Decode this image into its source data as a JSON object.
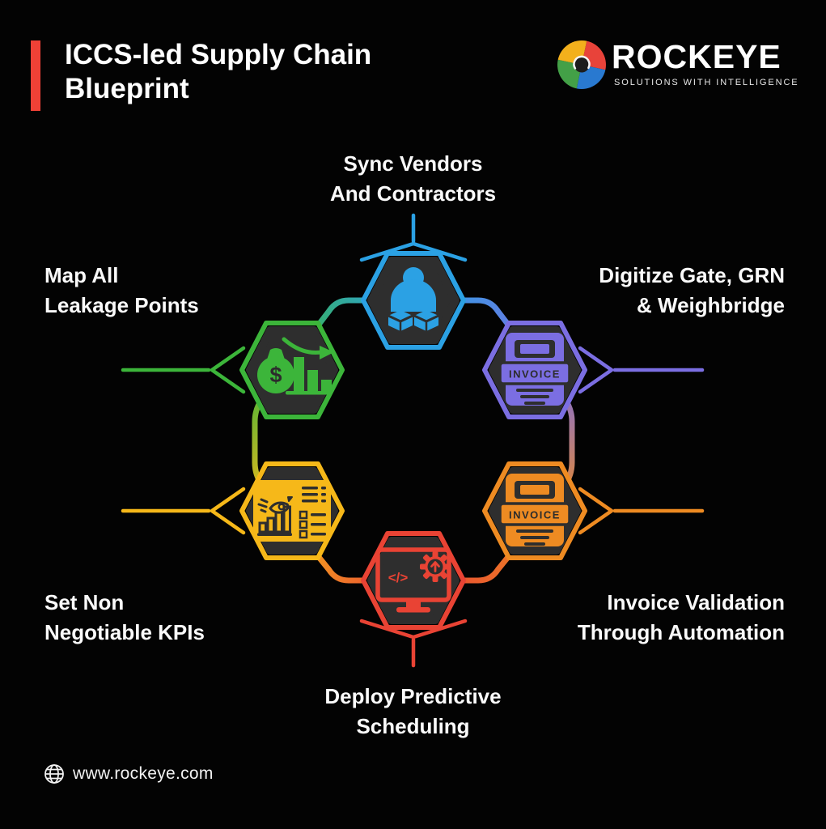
{
  "header": {
    "title": "ICCS-led Supply Chain\nBlueprint"
  },
  "logo": {
    "wordmark": "ROCKEYE",
    "tagline": "SOLUTIONS  WITH  INTELLIGENCE",
    "colors": {
      "red": "#e8433a",
      "yellow": "#f3b01c",
      "green": "#43a047",
      "blue": "#2979d0"
    }
  },
  "colors": {
    "accent": "#ef4136",
    "background": "#030303",
    "inner_hex": "#2e2e2e",
    "label_text": "#fafafa"
  },
  "diagram": {
    "nodes": [
      {
        "id": "sync-vendors",
        "label": "Sync Vendors\nAnd Contractors",
        "color": "#2ba1e4",
        "position": "top",
        "icon": "vendor-sync-icon"
      },
      {
        "id": "digitize-gate",
        "label": "Digitize Gate, GRN\n& Weighbridge",
        "color": "#7b6ee2",
        "position": "top-right",
        "icon": "invoice-icon",
        "icon_label": "INVOICE"
      },
      {
        "id": "invoice-validation",
        "label": "Invoice Validation\nThrough Automation",
        "color": "#ee8b22",
        "position": "bottom-right",
        "icon": "invoice-icon",
        "icon_label": "INVOICE"
      },
      {
        "id": "predictive-scheduling",
        "label": "Deploy Predictive\nScheduling",
        "color": "#e94334",
        "position": "bottom",
        "icon": "automation-monitor-icon",
        "icon_code": "</>"
      },
      {
        "id": "non-negotiable-kpis",
        "label": "Set Non\nNegotiable KPIs",
        "color": "#f6b819",
        "position": "bottom-left",
        "icon": "kpi-dashboard-icon"
      },
      {
        "id": "leakage-points",
        "label": "Map All\nLeakage Points",
        "color": "#3cb53a",
        "position": "top-left",
        "icon": "leakage-chart-icon",
        "icon_currency": "$"
      }
    ]
  },
  "footer": {
    "website": "www.rockeye.com"
  }
}
